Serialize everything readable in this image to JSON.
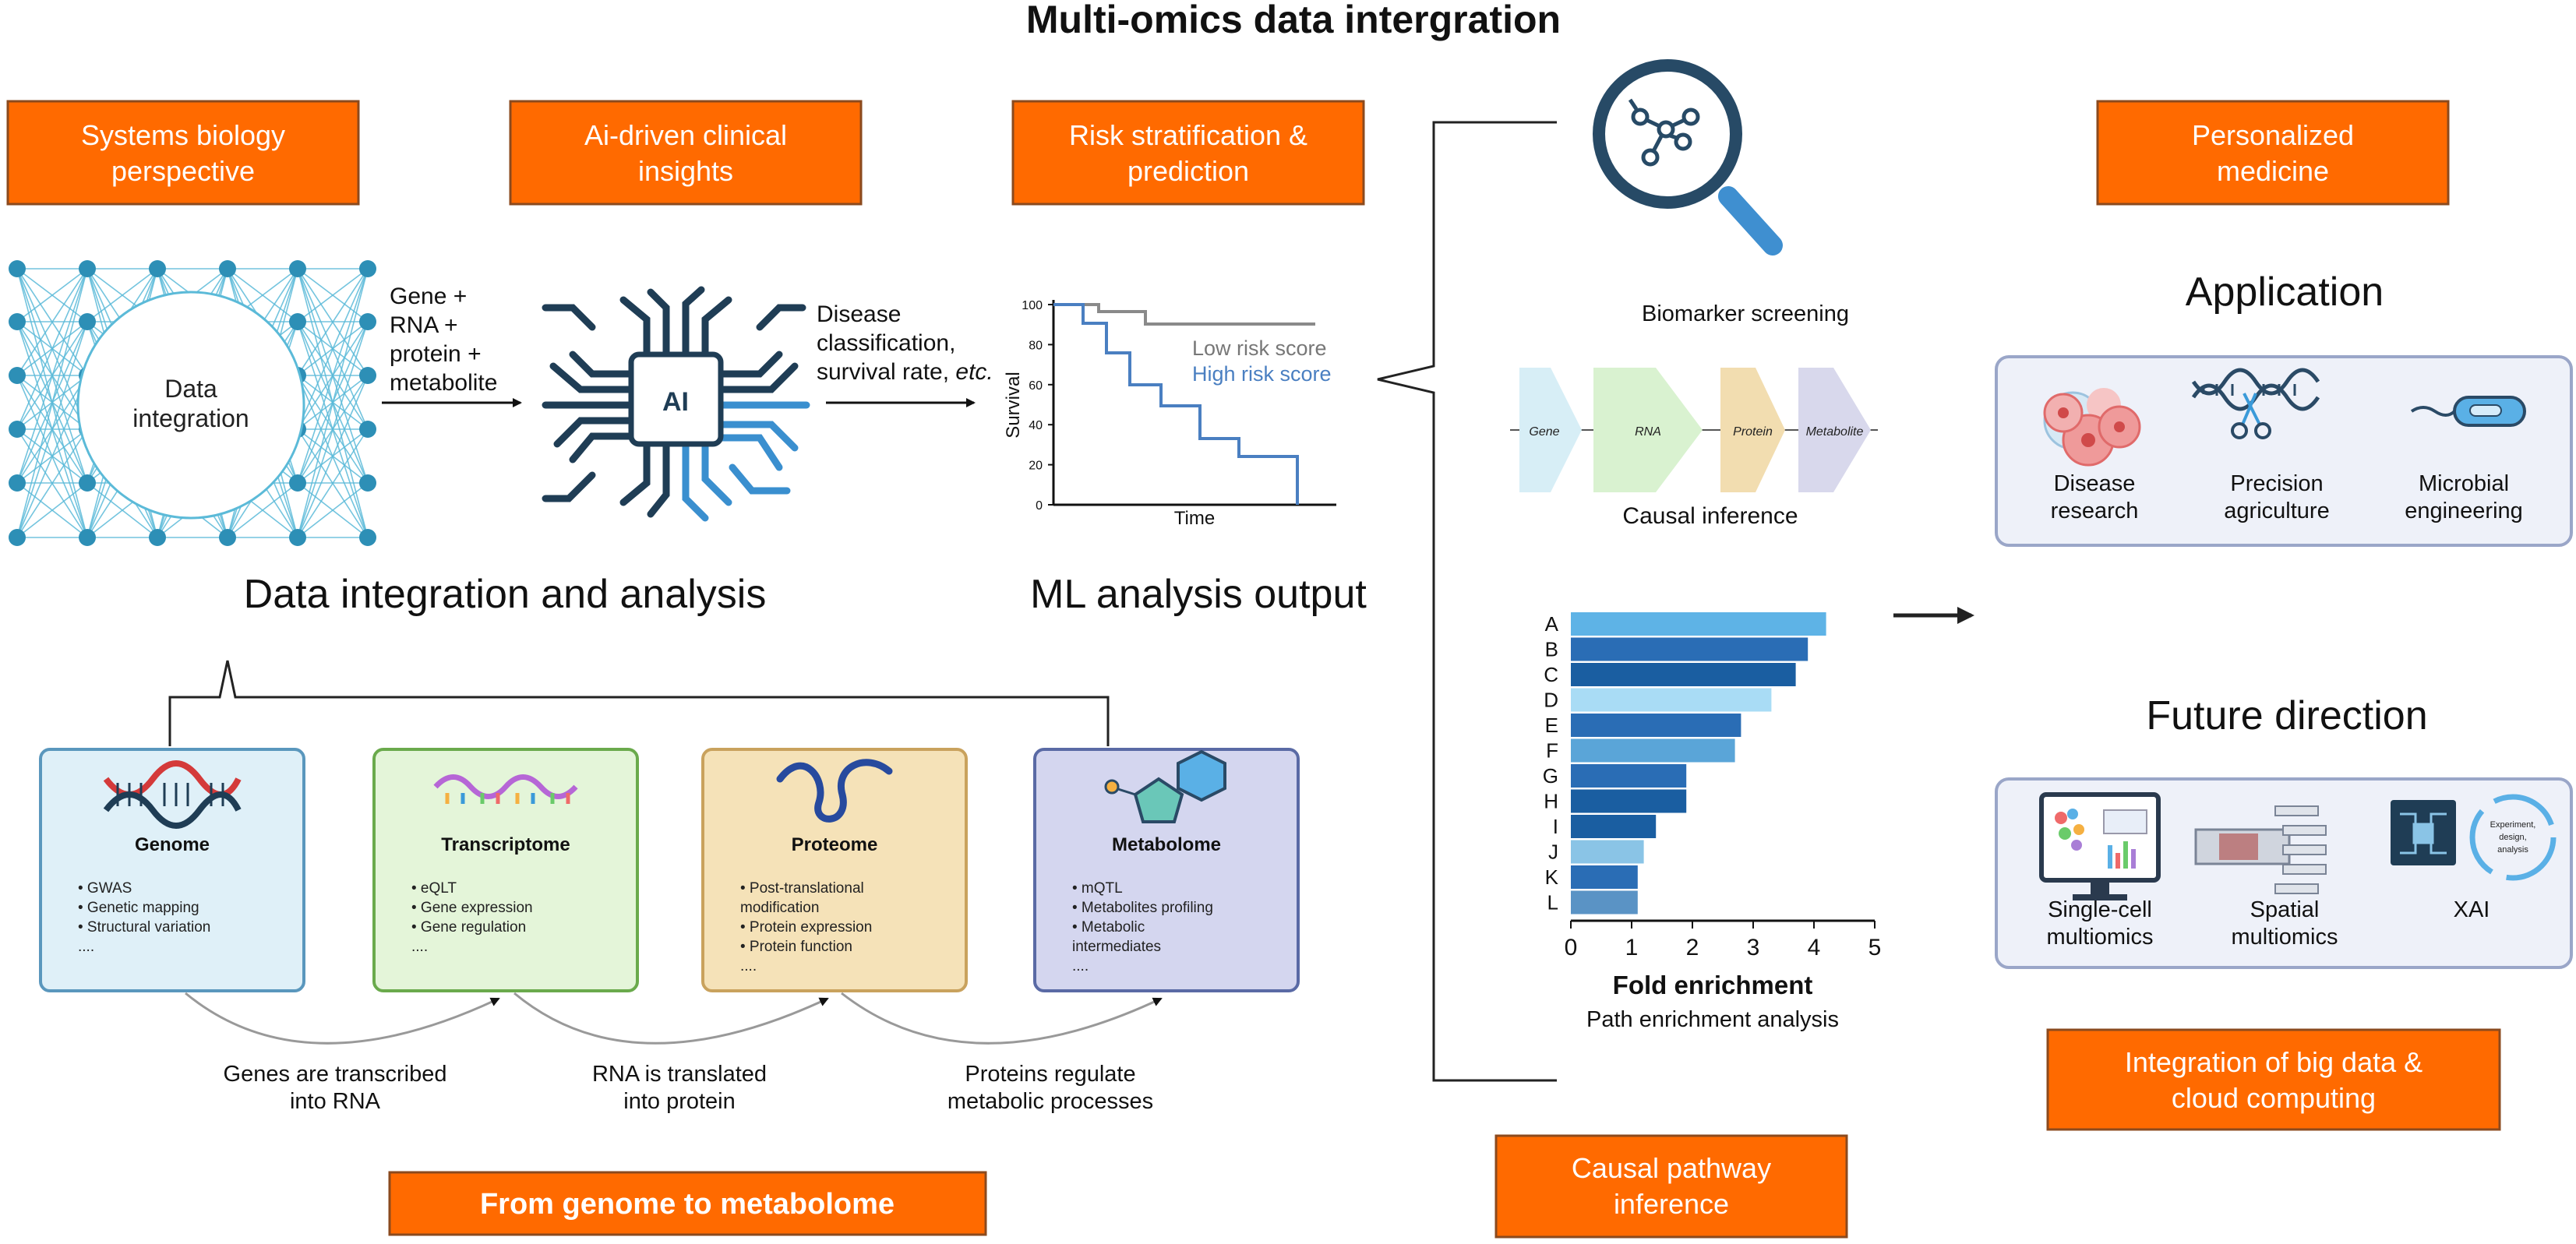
{
  "title": "Multi-omics data intergration",
  "orange_boxes": {
    "systems_biology": [
      "Systems biology",
      "perspective"
    ],
    "ai_insights": [
      "Ai-driven clinical",
      "insights"
    ],
    "risk": [
      "Risk stratification &",
      "prediction"
    ],
    "personalized": [
      "Personalized",
      "medicine"
    ],
    "big_data": [
      "Integration of big data &",
      "cloud computing"
    ],
    "causal_pathway": [
      "Causal pathway",
      "inference"
    ],
    "genome_to_metabolome": "From genome to metabolome"
  },
  "network_label": [
    "Data",
    "integration"
  ],
  "ai_chip_label": "AI",
  "input_label": [
    "Gene +",
    "RNA +",
    "protein +",
    "metabolite"
  ],
  "output_label": [
    "Disease",
    "classification,",
    "survival rate, ",
    "etc."
  ],
  "section_titles": {
    "data_integration": "Data integration and analysis",
    "ml_output": "ML analysis output",
    "application": "Application",
    "future": "Future direction"
  },
  "survival_chart": {
    "ylabel": "Survival",
    "xlabel": "Time",
    "yticks": [
      "0",
      "20",
      "40",
      "60",
      "80",
      "100"
    ],
    "legend_low": "Low risk score",
    "legend_high": "High risk score",
    "low_color": "#8a8a8a",
    "high_color": "#4a7fc1"
  },
  "biomarker_label": "Biomarker screening",
  "causal_flow": {
    "steps": [
      "Gene",
      "RNA",
      "Protein",
      "Metabolite"
    ],
    "colors": [
      "#d7eef6",
      "#d9f2d0",
      "#f2ddb0",
      "#d8d8ec"
    ],
    "label": "Causal inference"
  },
  "chart_data": {
    "type": "bar",
    "orientation": "horizontal",
    "categories": [
      "A",
      "B",
      "C",
      "D",
      "E",
      "F",
      "G",
      "H",
      "I",
      "J",
      "K",
      "L"
    ],
    "values": [
      4.2,
      3.9,
      3.7,
      3.3,
      2.8,
      2.7,
      1.9,
      1.9,
      1.4,
      1.2,
      1.1,
      1.1
    ],
    "colors": [
      "#5eb3e6",
      "#2a6db5",
      "#1a5ea1",
      "#a9dcf5",
      "#2a6db5",
      "#5aa5d8",
      "#2a6db5",
      "#1a5ea1",
      "#1a5ea1",
      "#8ac4e6",
      "#2a6db5",
      "#5a93c5"
    ],
    "xticks": [
      "0",
      "1",
      "2",
      "3",
      "4",
      "5"
    ],
    "xlim": [
      0,
      5
    ],
    "xlabel": "Fold enrichment",
    "subtitle": "Path enrichment analysis",
    "grid": false
  },
  "omics": [
    {
      "name": "Genome",
      "items": [
        "• GWAS",
        "• Genetic mapping",
        "• Structural variation",
        "...."
      ],
      "fill": "#dff0f8",
      "stroke": "#5a97bd"
    },
    {
      "name": "Transcriptome",
      "items": [
        "• eQLT",
        "• Gene expression",
        "• Gene regulation",
        "...."
      ],
      "fill": "#e4f5d9",
      "stroke": "#6aaa4c"
    },
    {
      "name": "Proteome",
      "items": [
        "• Post-translational",
        "  modification",
        "• Protein expression",
        "• Protein function",
        "...."
      ],
      "fill": "#f5e2b8",
      "stroke": "#c9a25d"
    },
    {
      "name": "Metabolome",
      "items": [
        "• mQTL",
        "• Metabolites profiling",
        "• Metabolic",
        "  intermediates",
        "...."
      ],
      "fill": "#d4d6ef",
      "stroke": "#5a6aa5"
    }
  ],
  "transitions": [
    [
      "Genes are transcribed",
      "into RNA"
    ],
    [
      "RNA is translated",
      "into protein"
    ],
    [
      "Proteins regulate",
      "metabolic processes"
    ]
  ],
  "applications": [
    [
      "Disease",
      "research"
    ],
    [
      "Precision",
      "agriculture"
    ],
    [
      "Microbial",
      "engineering"
    ]
  ],
  "future": [
    [
      "Single-cell",
      "multiomics"
    ],
    [
      "Spatial",
      "multiomics"
    ],
    [
      "XAI"
    ]
  ],
  "xai_label": [
    "Experiment,",
    "design,",
    "analysis"
  ],
  "colors": {
    "orange": "#ff6a00",
    "orange_border": "#8b4a1e",
    "net_blue": "#2d8fb6",
    "net_line": "#5bbad8",
    "panel_fill": "#eef1f9",
    "panel_stroke": "#9aa6c8"
  }
}
